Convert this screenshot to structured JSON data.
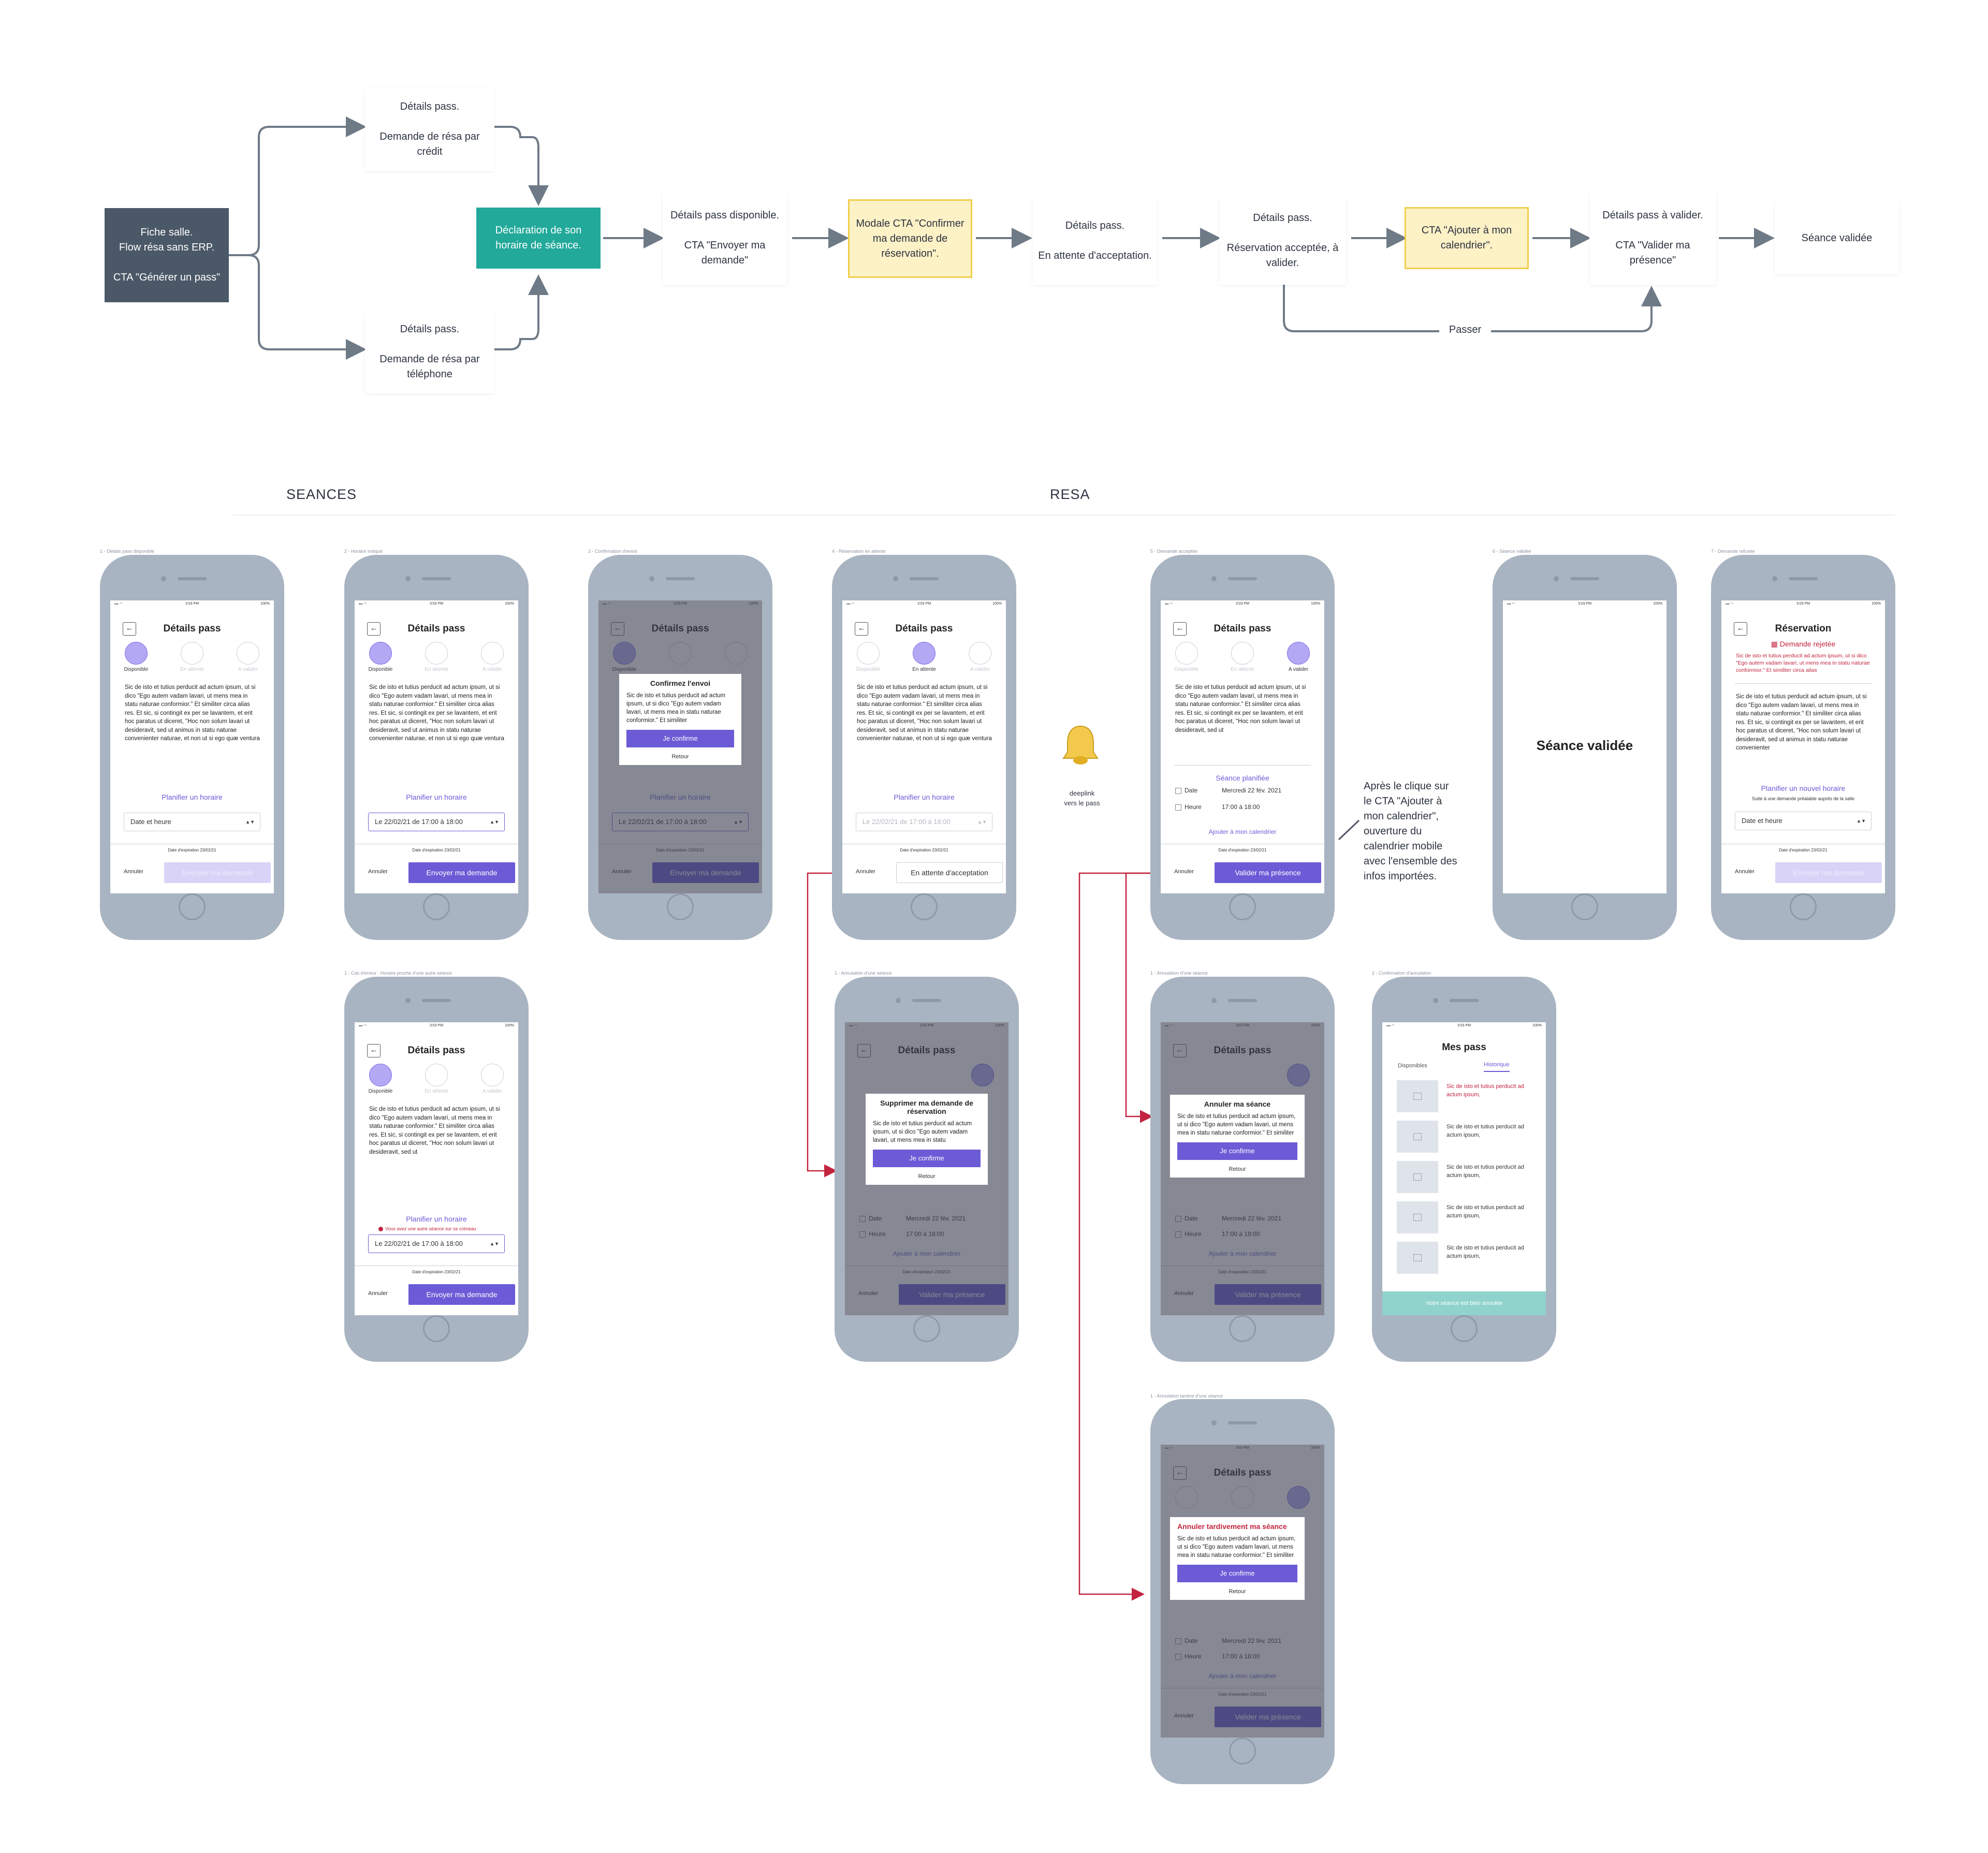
{
  "flow": {
    "fiche": "Fiche salle.\nFlow résa sans ERP.\n\nCTA \"Générer un pass\"",
    "credit": "Détails pass.\n\nDemande de résa par crédit",
    "telephone": "Détails pass.\n\nDemande de résa par téléphone",
    "declaration": "Déclaration de son horaire de séance.",
    "disponible": "Détails pass disponible.\n\nCTA \"Envoyer ma demande\"",
    "modale": "Modale CTA \"Confirmer ma demande de réservation\".",
    "attente": "Détails pass.\n\nEn attente d'acceptation.",
    "acceptee": "Détails pass.\n\nRéservation acceptée, à valider.",
    "calendrier": "CTA \"Ajouter à mon calendrier\".",
    "a_valider": "Détails pass à valider.\n\nCTA \"Valider ma présence\"",
    "validee": "Séance validée",
    "passer": "Passer"
  },
  "sections": {
    "seances": "SEANCES",
    "resa": "RESA"
  },
  "captions": {
    "c1": "1 - Détails pass disponible",
    "c2": "2 - Horaire indiqué",
    "c3": "3 - Confirmation d'envoi",
    "c4": "4 - Réservation en attente",
    "c5": "5 - Demande acceptée",
    "c6": "6 - Séance validée",
    "c7": "7 - Demande refusée",
    "c8": "1 - Cas d'erreur : Horaire proche d'une autre séance",
    "c9": "1 - Annulation d'une séance",
    "c10": "1 - Annulation d'une séance",
    "c11": "2 - Confirmation d'annulation",
    "c12": "1 - Annulation tardive d'une séance"
  },
  "phone": {
    "time": "3:03 PM",
    "battery": "100%",
    "title": "Détails pass",
    "steps": [
      "Disponible",
      "En attente",
      "A valider"
    ],
    "lorem": "Sic de isto et tutius perducit ad actum ipsum, ut si dico \"Ego autem vadam lavari, ut mens mea in statu naturae conformior.\" Et similiter circa alias res. Et sic, si contingit ex per se lavantem, et erit hoc paratus ut diceret, \"Hoc non solum lavari ut desideravit, sed ut animus in statu naturae convenienter naturae, et non ut si ego quæ ventura",
    "lorem_short": "Sic de isto et tutius perducit ad actum ipsum, ut si dico \"Ego autem vadam lavari, ut mens mea in statu naturae conformior.\" Et similiter circa alias res. Et sic, si contingit ex per se lavantem, et erit hoc paratus ut diceret, \"Hoc non solum lavari ut desideravit, sed ut",
    "planifier": "Planifier un horaire",
    "date_heure": "Date et heure",
    "date_value": "Le 22/02/21 de 17:00 à 18:00",
    "expiration": "Date d'expiration 23/02/21",
    "annuler": "Annuler",
    "envoyer": "Envoyer ma demande",
    "attente_btn": "En attente d'acceptation",
    "valider": "Valider ma présence",
    "seance_planifiee": "Séance planifiée",
    "date_label": "Date",
    "date_val": "Mercredi 22 fév. 2021",
    "heure_label": "Heure",
    "heure_val": "17:00 à 18:00",
    "ajouter_cal": "Ajouter à mon calendrier",
    "error": "Vous avez une autre séance sur ce créneau",
    "seance_validee": "Séance validée",
    "reservation": "Réservation",
    "demande_rejetee": "Demande rejetée",
    "red_text": "Sic de isto et tutius perducit ad actum ipsum, ut si dico \"Ego autem vadam lavari, ut mens mea in statu naturae conformior.\" Et similiter circa alias",
    "planifier_nouveau": "Planifier un nouvel horaire",
    "suite": "Suite à une demande préalable auprès de la salle",
    "lorem_red_body": "Sic de isto et tutius perducit ad actum ipsum, ut si dico \"Ego autem vadam lavari, ut mens mea in statu naturae conformior.\" Et similiter circa alias res. Et sic, si contingit ex per se lavantem, et erit hoc paratus ut diceret, \"Hoc non solum lavari ut desideravit, sed ut animus in statu naturae convenienter"
  },
  "modals": {
    "confirm_title": "Confirmez l'envoi",
    "confirm_body": "Sic de isto et tutius perducit ad actum ipsum, ut si dico \"Ego autem vadam lavari, ut mens mea in statu naturae conformior.\" Et similiter",
    "je_confirme": "Je confirme",
    "retour": "Retour",
    "supprimer_title": "Supprimer ma demande de réservation",
    "supprimer_body": "Sic de isto et tutius perducit ad actum ipsum, ut si dico \"Ego autem vadam lavari, ut mens mea in statu",
    "annuler_title": "Annuler ma séance",
    "annuler_body": "Sic de isto et tutius perducit ad actum ipsum, ut si dico \"Ego autem vadam lavari, ut mens mea in statu naturae conformior.\" Et similiter",
    "tardif_title": "Annuler tardivement ma séance",
    "tardif_body": "Sic de isto et tutius perducit ad actum ipsum, ut si dico \"Ego autem vadam lavari, ut mens mea in statu naturae conformior.\" Et similiter"
  },
  "mes_pass": {
    "title": "Mes pass",
    "tab_dispo": "Disponibles",
    "tab_histo": "Historique",
    "item_text": "Sic de isto et tutius perducit ad actum ipsum,",
    "toast": "Votre séance est bien annulée"
  },
  "annotations": {
    "deeplink": "deeplink\nvers le pass",
    "calendar_note": "Après le clique sur\nle CTA \"Ajouter à\nmon calendrier\",\nouverture du\ncalendrier mobile\navec l'ensemble des\ninfos importées."
  },
  "colors": {
    "dark_node": "#4a5867",
    "teal_node": "#22a99a",
    "yellow_node": "#fdf1c6",
    "primary": "#6b5bd6",
    "error": "#c2243f",
    "connector": "#6e7a86",
    "annotation_line": "#c2243f"
  }
}
